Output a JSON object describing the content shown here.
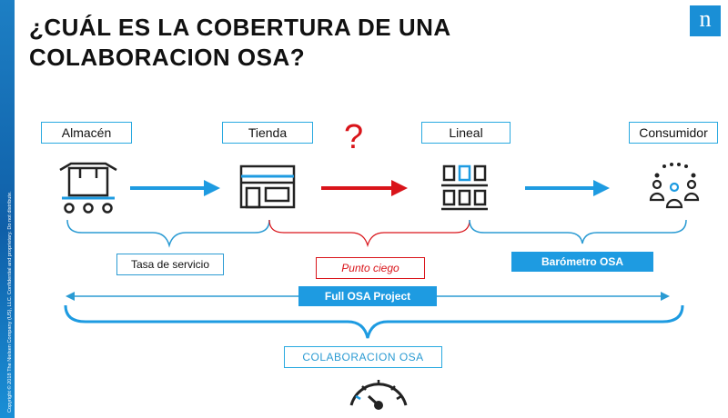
{
  "slide": {
    "title_line1": "¿CUÁL ES LA COBERTURA DE UNA",
    "title_line2": "COLABORACION OSA?",
    "logo_letter": "n",
    "copyright": "Copyright © 2018 The Nielsen Company (US), LLC. Confidential and proprietary. Do not distribute."
  },
  "stages": [
    {
      "label": "Almacén",
      "icon": "warehouse-cart-icon"
    },
    {
      "label": "Tienda",
      "icon": "store-icon"
    },
    {
      "label": "Lineal",
      "icon": "shelf-icon"
    },
    {
      "label": "Consumidor",
      "icon": "consumers-icon"
    }
  ],
  "question_mark": "?",
  "segments": {
    "tasa": "Tasa de servicio",
    "punto": "Punto ciego",
    "barometro": "Barómetro OSA",
    "full": "Full OSA Project",
    "colaboracion": "COLABORACION OSA"
  },
  "colors": {
    "accent": "#1e9be1",
    "blind_spot": "#d9141a",
    "outline": "#29a9e0",
    "text": "#111111"
  },
  "gauge_icon": "gauge-icon"
}
